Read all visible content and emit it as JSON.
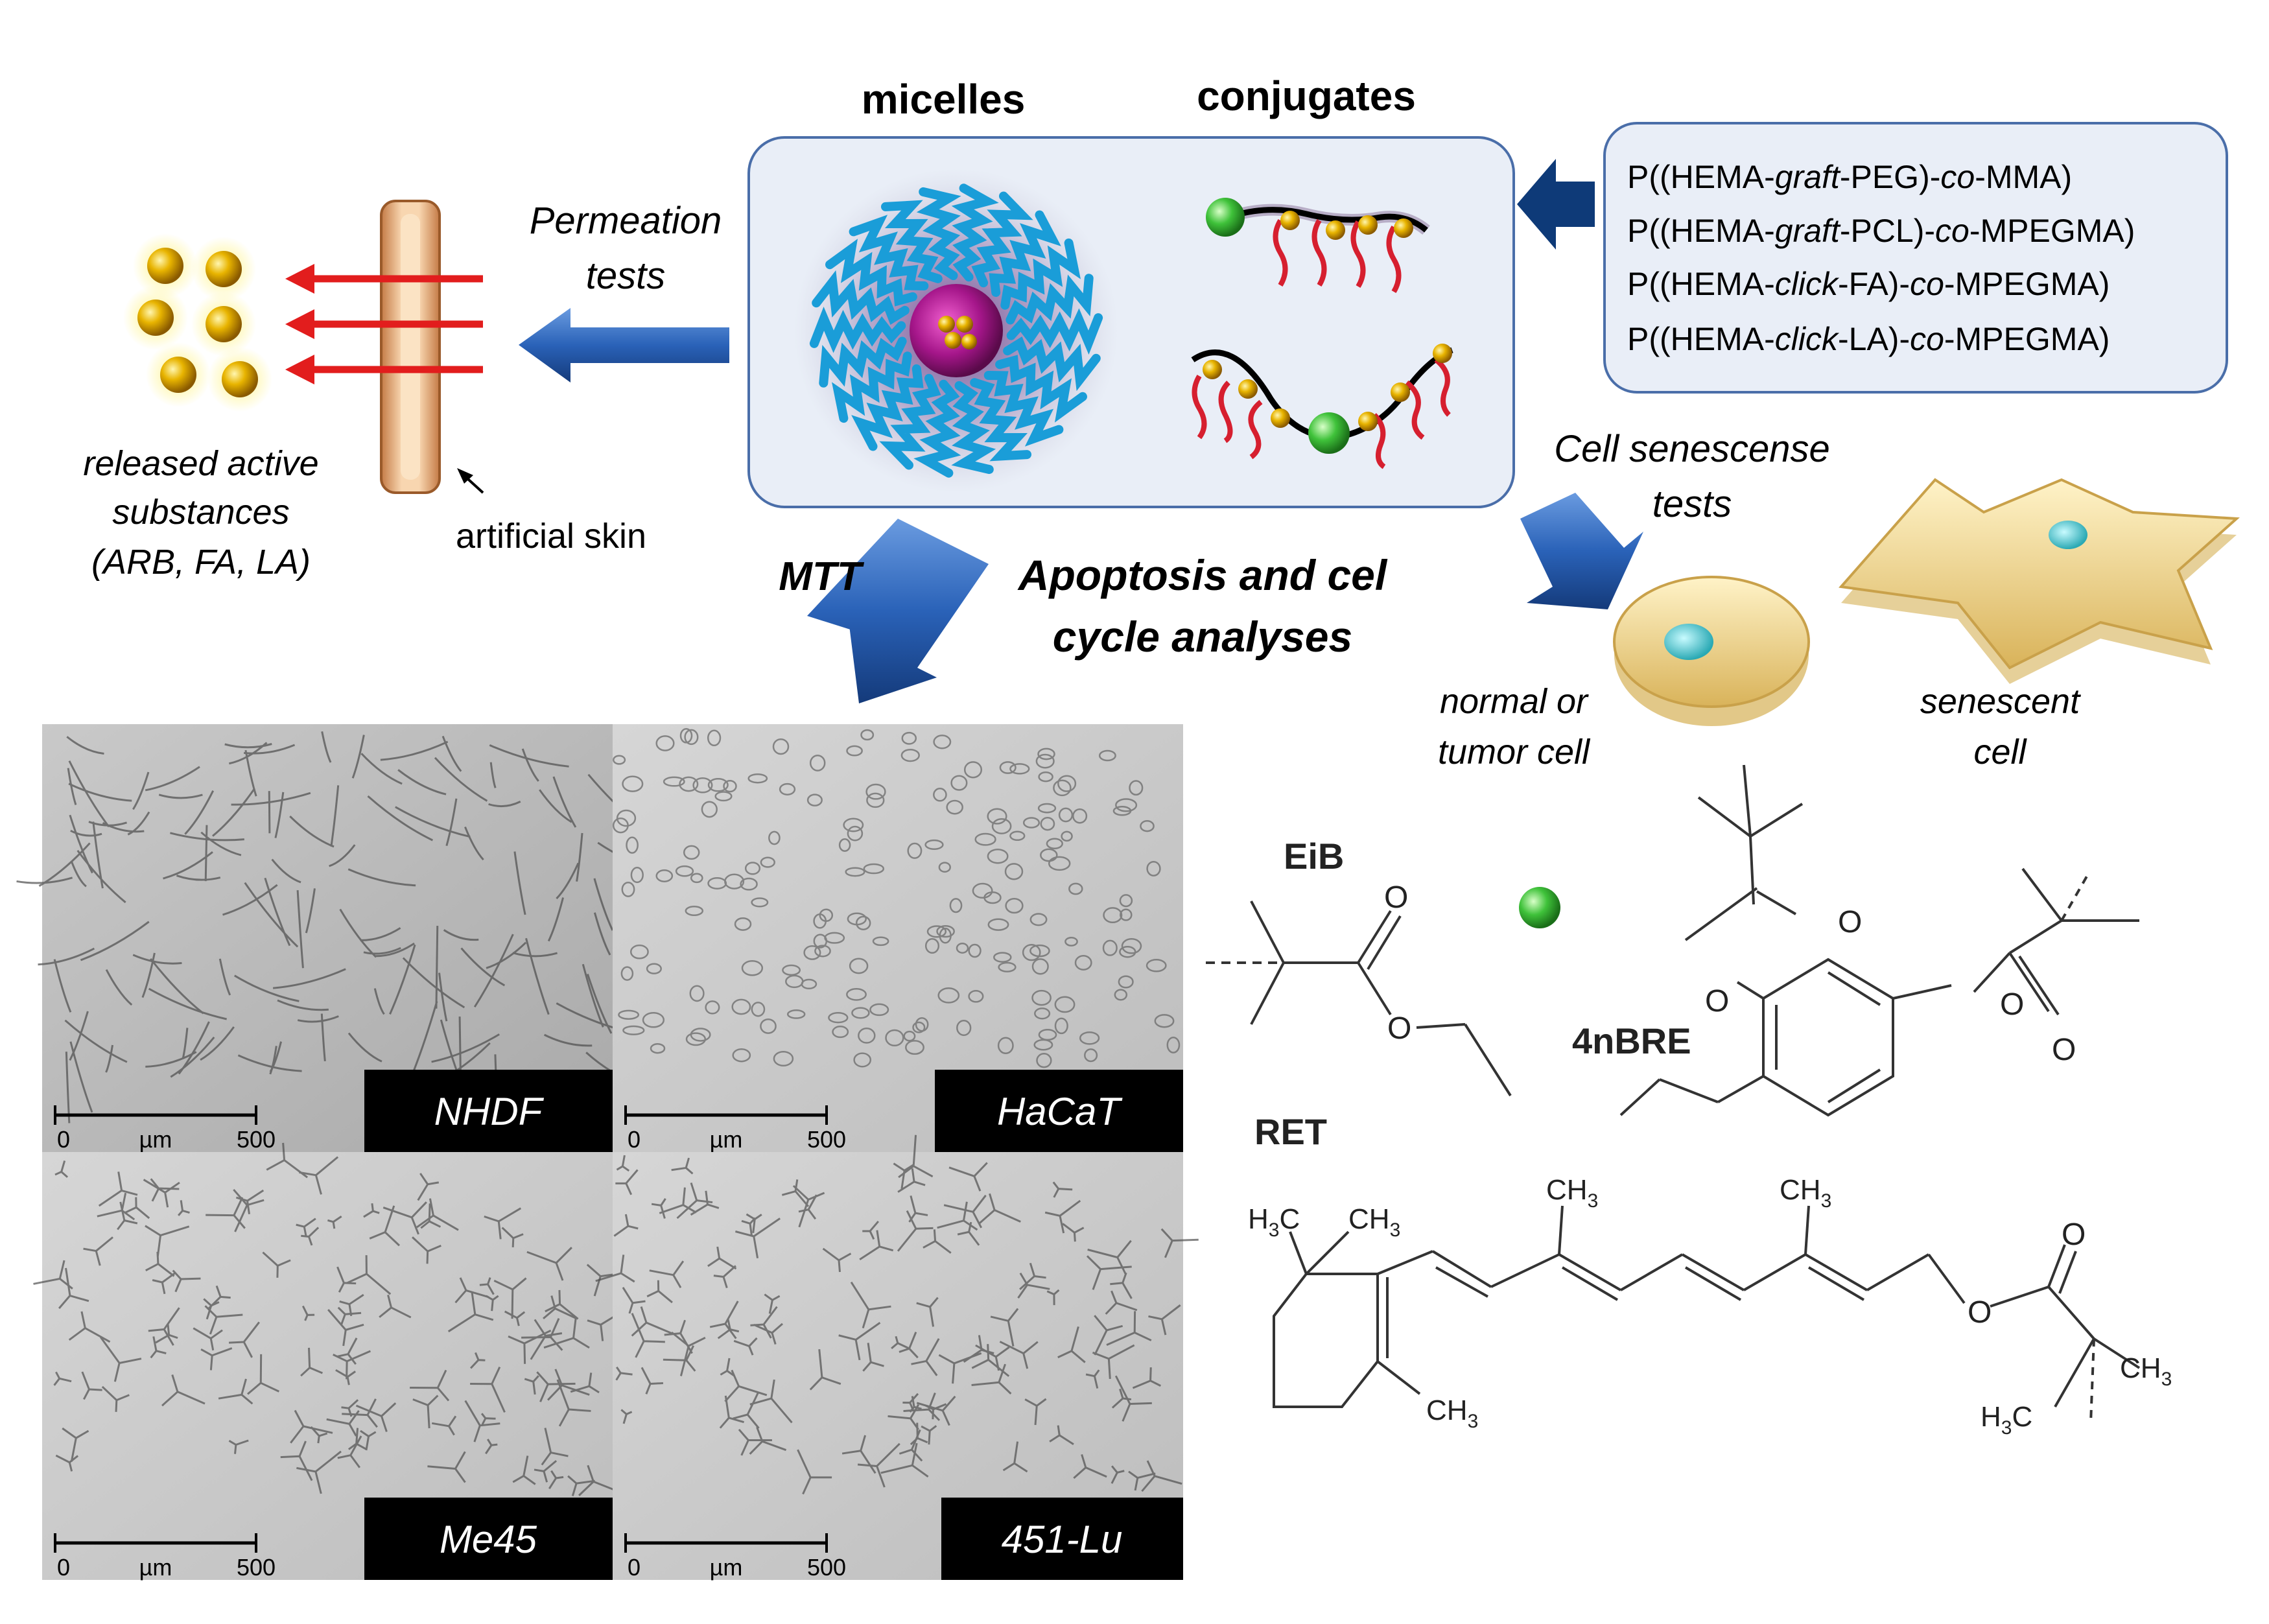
{
  "header": {
    "micelles": "micelles",
    "conjugates": "conjugates"
  },
  "polymers": [
    {
      "a": "P((HEMA-",
      "b": "graft",
      "c": "-PEG)-",
      "d": "co",
      "e": "-MMA)"
    },
    {
      "a": "P((HEMA-",
      "b": "graft",
      "c": "-PCL)-",
      "d": "co",
      "e": "-MPEGMA)"
    },
    {
      "a": "P((HEMA-",
      "b": "click",
      "c": "-FA)-",
      "d": "co",
      "e": "-MPEGMA)"
    },
    {
      "a": "P((HEMA-",
      "b": "click",
      "c": "-LA)-",
      "d": "co",
      "e": "-MPEGMA)"
    }
  ],
  "permeation": {
    "line1": "Permeation",
    "line2": "tests"
  },
  "released": {
    "line1": "released active",
    "line2": "substances",
    "line3": "(ARB, FA, LA)"
  },
  "artificial_skin": "artificial skin",
  "mtt": "MTT",
  "apoptosis": {
    "line1": "Apoptosis and cel",
    "line2": "cycle analyses"
  },
  "senescence": {
    "line1": "Cell senescense",
    "line2": "tests"
  },
  "normal_cell": {
    "line1": "normal or",
    "line2": "tumor cell"
  },
  "senescent_cell": {
    "line1": "senescent",
    "line2": "cell"
  },
  "micrographs": [
    {
      "name": "NHDF",
      "scale": {
        "start": "0",
        "unit": "µm",
        "end": "500"
      }
    },
    {
      "name": "HaCaT",
      "scale": {
        "start": "0",
        "unit": "µm",
        "end": "500"
      }
    },
    {
      "name": "Me45",
      "scale": {
        "start": "0",
        "unit": "µm",
        "end": "500"
      }
    },
    {
      "name": "451-Lu",
      "scale": {
        "start": "0",
        "unit": "µm",
        "end": "500"
      }
    }
  ],
  "structures": {
    "eib": "EiB",
    "nbre": "4nBRE",
    "ret": "RET",
    "atom_o": "O",
    "h3c": "H",
    "ch3": "CH",
    "sub3": "3",
    "c_letter": "C"
  },
  "colors": {
    "box_fill": "#e9eef7",
    "box_stroke": "#4a6ea9",
    "arrow_blue": "#2a62b8",
    "arrow_navy": "#0e3a78",
    "red_arrow": "#e21d1d",
    "gold": "#e0a800",
    "green": "#33b233",
    "cyan_chain": "#1a9dd8",
    "magenta_core": "#a11a84"
  }
}
